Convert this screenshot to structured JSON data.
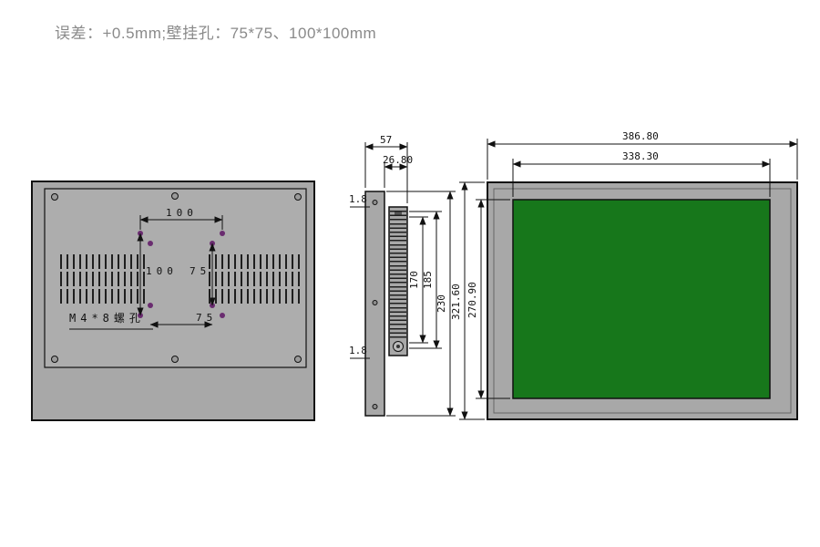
{
  "note": "误差：+0.5mm;壁挂孔：75*75、100*100mm",
  "colors": {
    "body": "#a8a8a8",
    "panel": "#adadad",
    "screen": "#17771b",
    "line": "#111111",
    "hole": "#6a2c70",
    "note_text": "#8a8a8a"
  },
  "rear_view": {
    "dims": {
      "vesa_width_100": "100",
      "vesa_height_100": "100",
      "vesa_height_75": "75",
      "vesa_width_75": "75"
    },
    "screw_hole_label": "M4*8螺孔"
  },
  "side_view": {
    "dims": {
      "depth_total": "57",
      "depth_body": "26.80",
      "plate_thickness_top": "1.8",
      "plate_thickness_bottom": "1.8",
      "height_fins": "170",
      "height_body": "185",
      "height_overall": "230"
    }
  },
  "front_view": {
    "dims": {
      "width_overall": "386.80",
      "width_screen": "338.30",
      "height_overall": "321.60",
      "height_screen": "270.90"
    }
  }
}
